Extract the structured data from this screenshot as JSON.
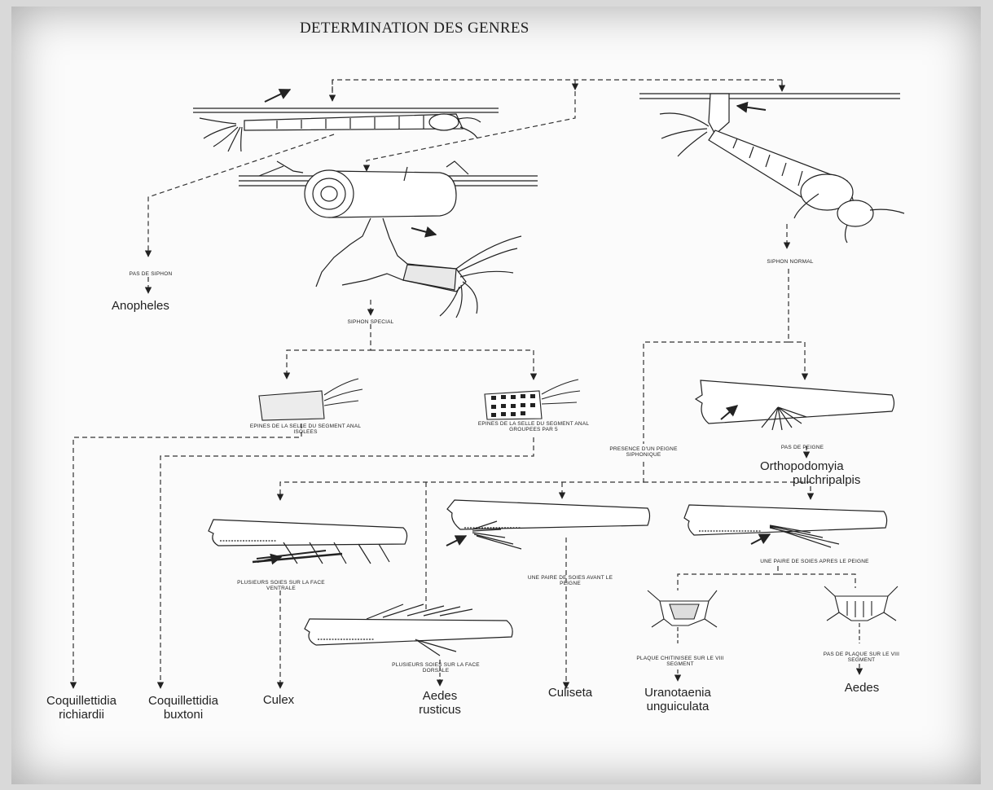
{
  "title": "DETERMINATION DES GENRES",
  "criteria": {
    "no_siphon": "PAS DE SIPHON",
    "special_siphon": "SIPHON SPECIAL",
    "normal_siphon": "SIPHON NORMAL",
    "isolated_spines": "EPINES DE LA SELLE DU SEGMENT ANAL ISOLEES",
    "grouped_spines": "EPINES DE LA SELLE DU SEGMENT ANAL GROUPEES PAR 5",
    "comb_present": "PRESENCE D'UN PEIGNE SIPHONIQUE",
    "no_comb": "PAS DE PEIGNE",
    "ventral_setae": "PLUSIEURS SOIES SUR LA FACE VENTRALE",
    "dorsal_setae": "PLUSIEURS SOIES SUR LA FACE DORSALE",
    "pair_before_comb": "UNE PAIRE DE SOIES AVANT LE PEIGNE",
    "pair_after_comb": "UNE PAIRE DE SOIES APRES LE PEIGNE",
    "chitin_plate": "PLAQUE CHITINISEE SUR LE VIII SEGMENT",
    "no_plate": "PAS DE PLAQUE SUR LE VIII SEGMENT"
  },
  "genera": {
    "anopheles": "Anopheles",
    "orthopodomyia": [
      "Orthopodomyia",
      "pulchripalpis"
    ],
    "coq_richiardii": [
      "Coquillettidia",
      "richiardii"
    ],
    "coq_buxtoni": [
      "Coquillettidia",
      "buxtoni"
    ],
    "culex": "Culex",
    "aedes_rusticus": [
      "Aedes",
      "rusticus"
    ],
    "culiseta": "Culiseta",
    "uranotaenia": [
      "Uranotaenia",
      "unguiculata"
    ],
    "aedes": "Aedes"
  }
}
